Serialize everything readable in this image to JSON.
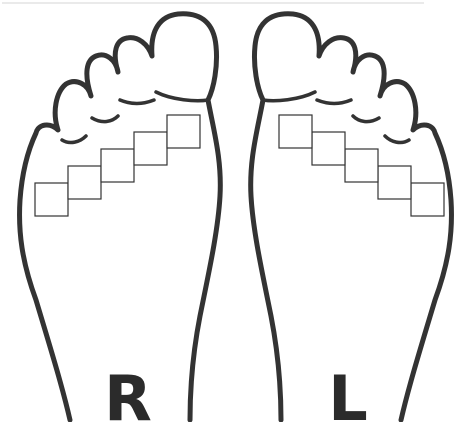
{
  "labels": {
    "right_foot": "R",
    "left_foot": "L"
  },
  "colors": {
    "outline": "#333333",
    "background": "#ffffff",
    "divider": "#d4d4d4"
  },
  "feet": [
    {
      "side": "right",
      "label_key": "right_foot",
      "box_count": 5
    },
    {
      "side": "left",
      "label_key": "left_foot",
      "box_count": 5
    }
  ]
}
